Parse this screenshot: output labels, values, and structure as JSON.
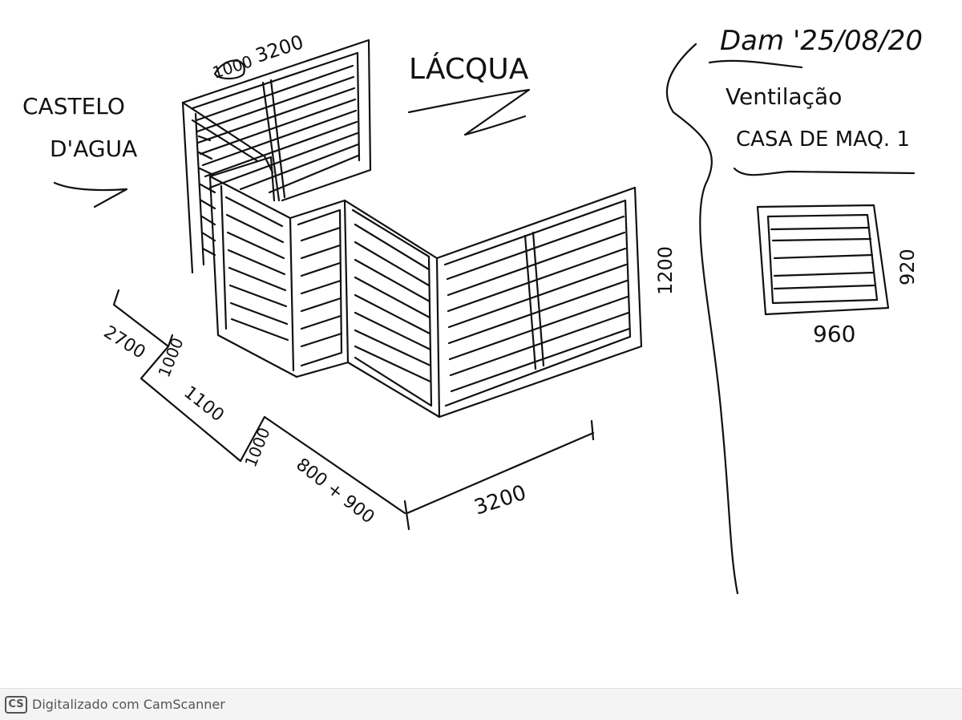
{
  "header": {
    "date": "Dam '25/08/20",
    "ventilation": "Ventilação",
    "machine_room": "CASA DE MAQ. 1"
  },
  "labels": {
    "castelo_line1": "CASTELO",
    "castelo_line2": "D'AGUA",
    "lacqua": "LÁCQUA"
  },
  "dimensions": {
    "top_width": "3200",
    "top_struck": "1000",
    "right_height": "1200",
    "left_depth": "2700",
    "segment_a": "1000",
    "segment_b": "1100",
    "segment_c": "1000",
    "segment_d": "800 + 900",
    "bottom_width": "3200",
    "panel_width": "960",
    "panel_height": "920"
  },
  "footer": {
    "logo": "CS",
    "text": "Digitalizado com CamScanner"
  }
}
